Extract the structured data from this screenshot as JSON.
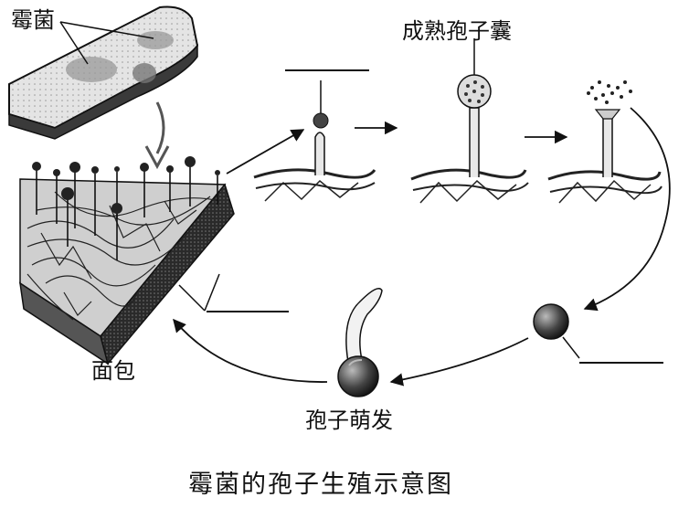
{
  "labels": {
    "mold": "霉菌",
    "mature_sporangium": "成熟孢子囊",
    "bread": "面包",
    "spore_germination": "孢子萌发",
    "caption": "霉菌的孢子生殖示意图"
  },
  "colors": {
    "ink": "#111111",
    "bread_fill": "#e4e4e4",
    "bread_crust": "#3a3a3a",
    "mold_patch": "#9a9a9a",
    "spore": "#333333",
    "background": "#ffffff"
  },
  "blanks": [
    "sporangium-stage-blank",
    "bread-structure-blank",
    "spore-blank"
  ]
}
